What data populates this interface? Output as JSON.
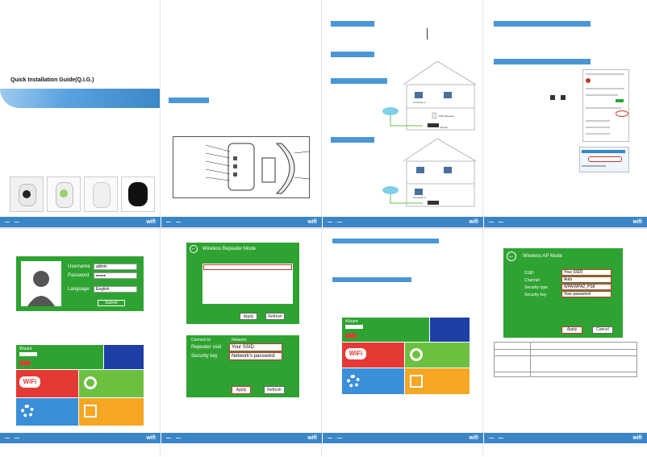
{
  "cover": {
    "title": "Quick Installation Guide(Q.I.G.)"
  },
  "footer": {
    "logo": "wifi"
  },
  "login": {
    "username_label": "Username",
    "username_value": "admin",
    "password_label": "Password",
    "password_value": "●●●●●",
    "language_label": "Language",
    "language_value": "English",
    "submit": "Submit"
  },
  "dashboard": {
    "wizard": "Wizard",
    "wifi": "WiFi"
  },
  "repeater": {
    "title": "Wireless Repeater Mode",
    "apply": "Apply",
    "refresh": "Refresh",
    "connect_label": "Connect to",
    "network_label": "Network",
    "ssid_label": "Repeater ssid",
    "ssid_value": "Your SSID",
    "key_label": "Security key",
    "key_value": "Network's password"
  },
  "ap": {
    "title": "Wireless AP Mode",
    "ssid_label": "SSID",
    "ssid_value": "Your SSID",
    "channel_label": "Channel",
    "channel_value": "Auto",
    "sectype_label": "Security type",
    "sectype_value": "WPA/WPA2_PSK",
    "key_label": "Security key",
    "key_value": "Your password",
    "apply": "Apply",
    "cancel": "Cancel"
  },
  "house": {
    "router": "Router",
    "repeater": "WiFi Repeater",
    "computer1": "Computer 1",
    "computer2": "Computer 2"
  }
}
